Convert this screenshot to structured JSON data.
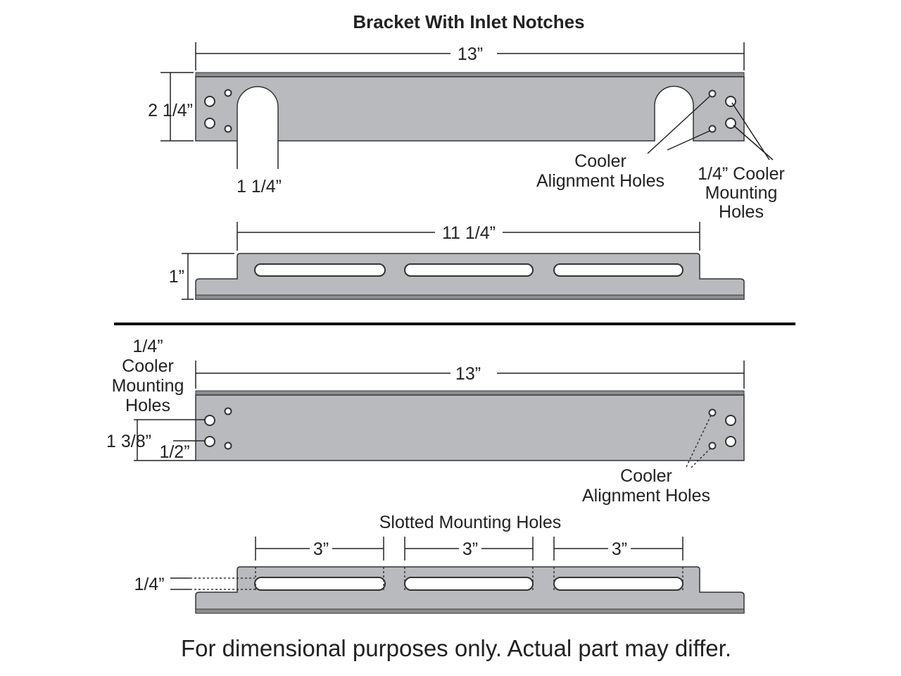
{
  "title": "Bracket With Inlet Notches",
  "top_view_1": {
    "length": "13”",
    "height": "2 1/4”",
    "notch_width": "1 1/4”",
    "alignment_label": [
      "Cooler",
      "Alignment Holes"
    ],
    "mounting_label": [
      "1/4” Cooler",
      "Mounting",
      "Holes"
    ]
  },
  "side_view_1": {
    "length": "11 1/4”",
    "height": "1”"
  },
  "top_view_2": {
    "length": "13”",
    "mounting_label": [
      "1/4”",
      "Cooler",
      "Mounting",
      "Holes"
    ],
    "hole_spacing": "1 3/8”",
    "edge_offset": "1/2”",
    "alignment_label": [
      "Cooler",
      "Alignment Holes"
    ]
  },
  "side_view_2": {
    "slot_label": "Slotted Mounting Holes",
    "slot_lengths": [
      "3”",
      "3”",
      "3”"
    ],
    "slot_width": "1/4”"
  },
  "footer": "For dimensional purposes only. Actual part may differ."
}
